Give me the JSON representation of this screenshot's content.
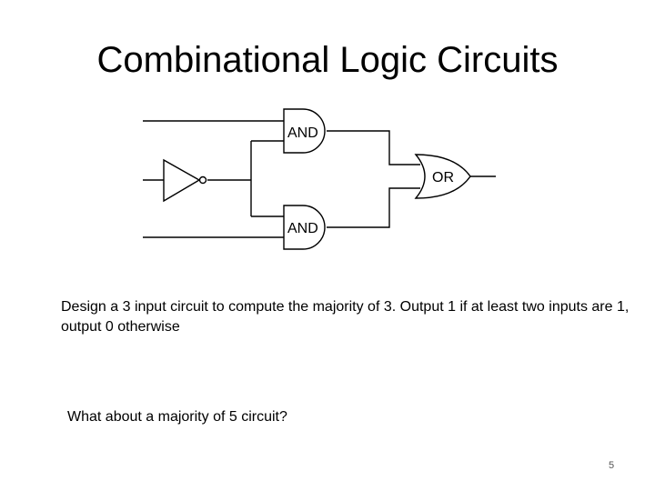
{
  "slide": {
    "title": "Combinational Logic Circuits",
    "diagram": {
      "and_gate_top_label": "AND",
      "and_gate_bottom_label": "AND",
      "or_gate_label": "OR"
    },
    "description": "Design a 3 input circuit to compute the majority of 3.  Output 1 if at least two inputs are 1, output 0 otherwise",
    "question": "What about a majority of 5 circuit?",
    "page_number": "5"
  }
}
